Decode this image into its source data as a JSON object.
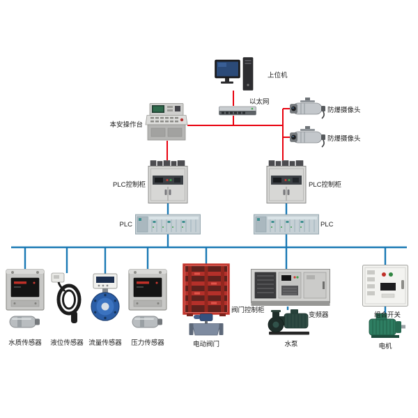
{
  "colors": {
    "network_line": "#e8000d",
    "bus_line": "#1878b4"
  },
  "top": {
    "host_label": "上位机",
    "ethernet_label": "以太网",
    "console_label": "本安操作台",
    "camera1_label": "防爆摄像头",
    "camera2_label": "防爆摄像头"
  },
  "plc": {
    "cabinet_left_label": "PLC控制柜",
    "cabinet_right_label": "PLC控制柜",
    "plc_left_label": "PLC",
    "plc_right_label": "PLC"
  },
  "field": {
    "water_quality_sensor": "水质传感器",
    "level_sensor": "液位传感器",
    "flow_sensor": "流量传感器",
    "pressure_sensor": "压力传感器",
    "valve_control_cabinet": "阀门控制柜",
    "electric_valve": "电动阀门",
    "vfd": "变频器",
    "water_pump": "水泵",
    "combination_switch": "组合开关",
    "motor": "电机"
  }
}
